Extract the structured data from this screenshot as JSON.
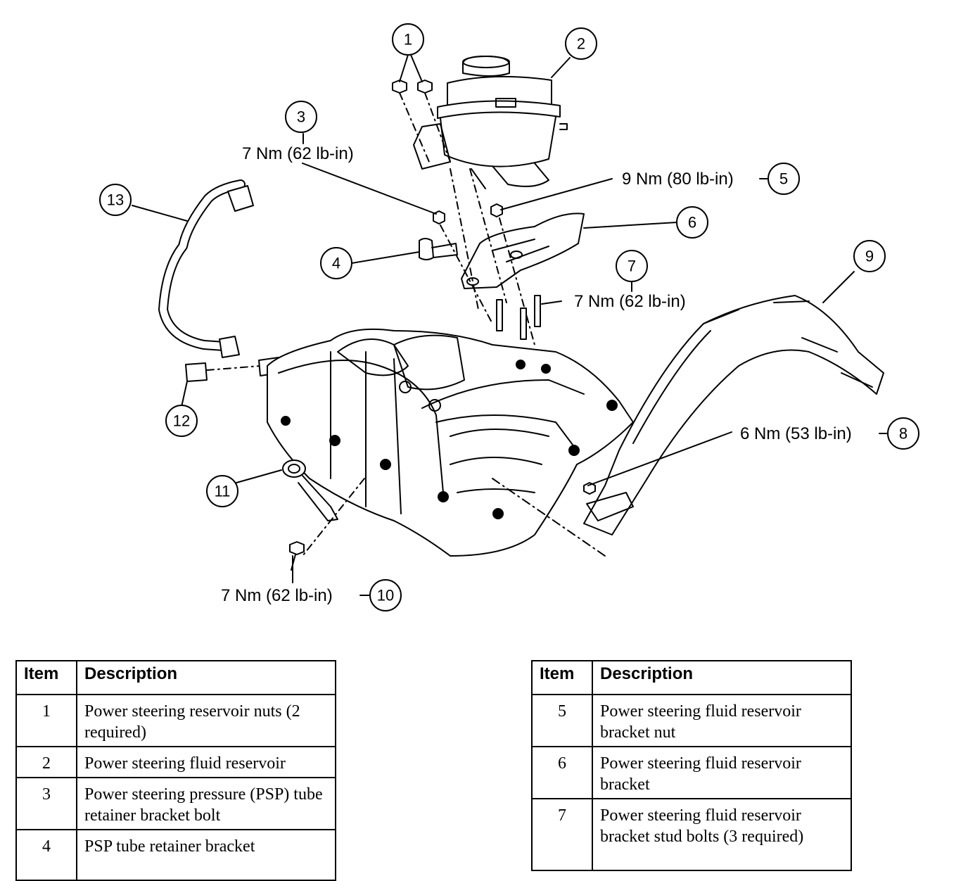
{
  "callouts": [
    {
      "id": "1",
      "label": "1"
    },
    {
      "id": "2",
      "label": "2"
    },
    {
      "id": "3",
      "label": "3",
      "torque": "7 Nm (62 lb-in)"
    },
    {
      "id": "4",
      "label": "4"
    },
    {
      "id": "5",
      "label": "5",
      "torque": "9 Nm (80 lb-in)"
    },
    {
      "id": "6",
      "label": "6"
    },
    {
      "id": "7",
      "label": "7",
      "torque": "7 Nm (62 lb-in)"
    },
    {
      "id": "8",
      "label": "8",
      "torque": "6 Nm (53 lb-in)"
    },
    {
      "id": "9",
      "label": "9"
    },
    {
      "id": "10",
      "label": "10",
      "torque": "7 Nm (62 lb-in)"
    },
    {
      "id": "11",
      "label": "11"
    },
    {
      "id": "12",
      "label": "12"
    },
    {
      "id": "13",
      "label": "13"
    }
  ],
  "table_left": {
    "headers": [
      "Item",
      "Description"
    ],
    "rows": [
      {
        "item": "1",
        "description": "Power steering reservoir nuts (2 required)"
      },
      {
        "item": "2",
        "description": "Power steering fluid reservoir"
      },
      {
        "item": "3",
        "description": "Power steering pressure (PSP) tube retainer bracket bolt"
      },
      {
        "item": "4",
        "description": "PSP tube retainer bracket"
      }
    ]
  },
  "table_right": {
    "headers": [
      "Item",
      "Description"
    ],
    "rows": [
      {
        "item": "5",
        "description": "Power steering fluid reservoir bracket nut"
      },
      {
        "item": "6",
        "description": "Power steering fluid reservoir bracket"
      },
      {
        "item": "7",
        "description": "Power steering fluid reservoir bracket stud bolts (3 required)"
      }
    ]
  }
}
